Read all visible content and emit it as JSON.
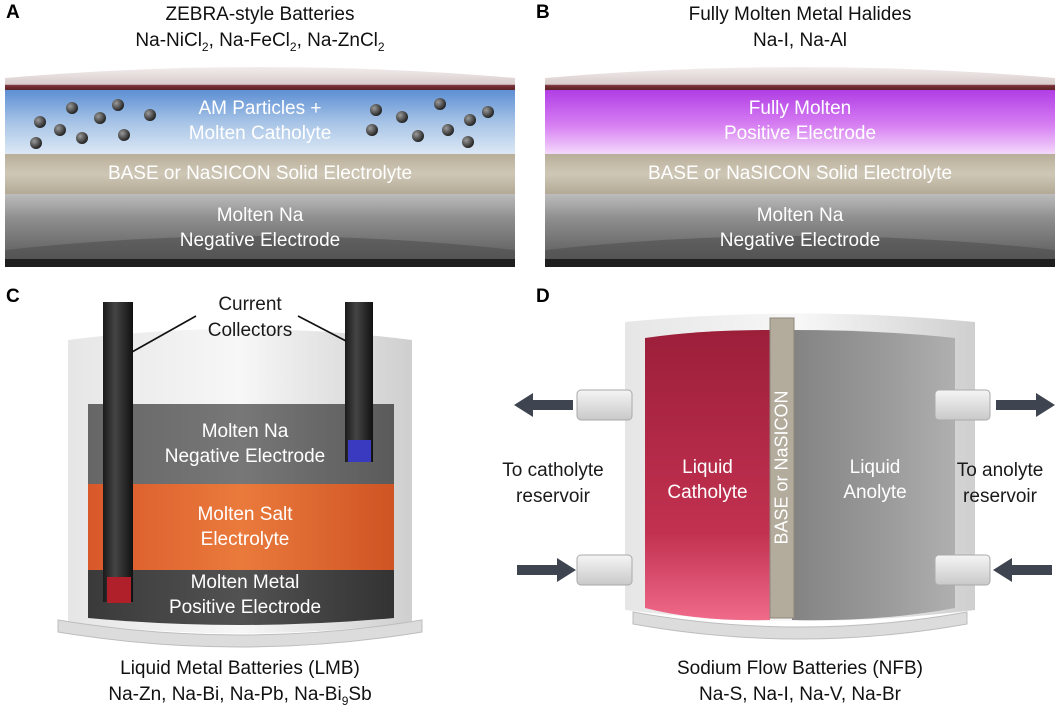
{
  "panels": {
    "a": {
      "label": "A",
      "title_line1": "ZEBRA-style Batteries",
      "title_line2_parts": [
        "Na-NiCl",
        "2",
        ", Na-FeCl",
        "2",
        ", Na-ZnCl",
        "2"
      ],
      "top_layer": [
        "AM Particles +",
        "Molten Catholyte"
      ],
      "middle_layer": "BASE or NaSICON Solid Electrolyte",
      "bottom_layer": [
        "Molten Na",
        "Negative Electrode"
      ],
      "colors": {
        "catholyte": "#6f9fd8",
        "separator": "#c9c0ad",
        "cap": "#6b2a2e"
      }
    },
    "b": {
      "label": "B",
      "title_line1": "Fully Molten Metal Halides",
      "title_line2": "Na-I, Na-Al",
      "top_layer": [
        "Fully Molten",
        "Positive Electrode"
      ],
      "middle_layer": "BASE or NaSICON Solid Electrolyte",
      "bottom_layer": [
        "Molten Na",
        "Negative Electrode"
      ],
      "colors": {
        "positive": "#c54ef0",
        "separator": "#c9c0ad",
        "cap": "#6b2a2e"
      }
    },
    "c": {
      "label": "C",
      "collectors_label": [
        "Current",
        "Collectors"
      ],
      "layer1": [
        "Molten Na",
        "Negative Electrode"
      ],
      "layer2": [
        "Molten Salt",
        "Electrolyte"
      ],
      "layer3": [
        "Molten Metal",
        "Positive Electrode"
      ],
      "caption_line1": "Liquid Metal Batteries (LMB)",
      "caption_line2_parts": [
        "Na-Zn, Na-Bi, Na-Pb, Na-Bi",
        "9",
        "Sb"
      ],
      "colors": {
        "electrolyte": "#e0632a",
        "tip_negative": "#3a3ac0",
        "tip_positive": "#b0202a"
      }
    },
    "d": {
      "label": "D",
      "separator": "BASE or NaSICON",
      "catholyte": [
        "Liquid",
        "Catholyte"
      ],
      "anolyte": [
        "Liquid",
        "Anolyte"
      ],
      "left_side": [
        "To catholyte",
        "reservoir"
      ],
      "right_side": [
        "To anolyte",
        "reservoir"
      ],
      "caption_line1": "Sodium Flow Batteries (NFB)",
      "caption_line2": "Na-S, Na-I, Na-V, Na-Br",
      "colors": {
        "catholyte": "#b8213f",
        "anolyte": "#7a7a7a"
      }
    }
  }
}
